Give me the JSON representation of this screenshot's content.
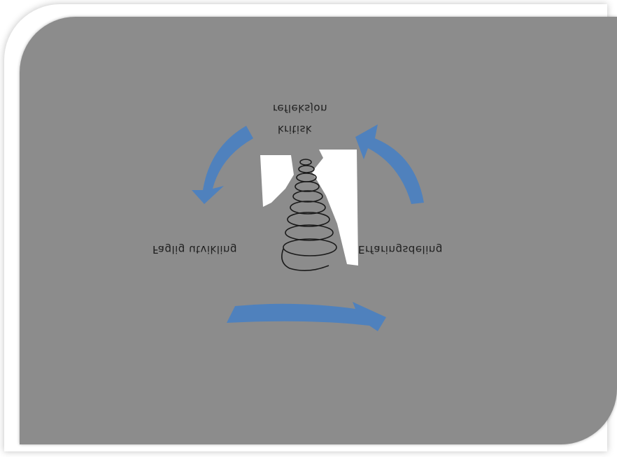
{
  "labels": {
    "top_line1": "refleksjon",
    "top_line2": "kritisk",
    "left": "Faglig utvikling",
    "right": "Erfaringsdeling"
  },
  "colors": {
    "background": "#ffffff",
    "panel": "#8c8c8c",
    "arrow": "#4f81bd",
    "highlight": "#ffffff",
    "spiral": "#1a1a1a"
  },
  "icons": {
    "arrows": [
      "arrow-top-left",
      "arrow-top-right",
      "arrow-bottom"
    ],
    "center": "spiral-icon"
  }
}
